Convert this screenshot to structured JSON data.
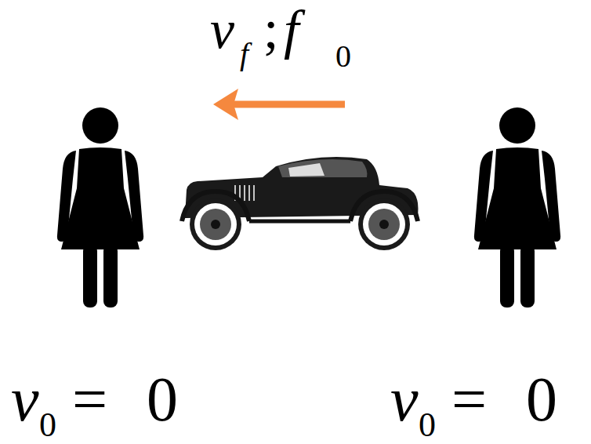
{
  "diagram": {
    "labels": [
      "v",
      "f",
      ";",
      "f",
      "0",
      "v",
      "0",
      "= 0",
      "v",
      "0",
      "= 0"
    ]
  }
}
